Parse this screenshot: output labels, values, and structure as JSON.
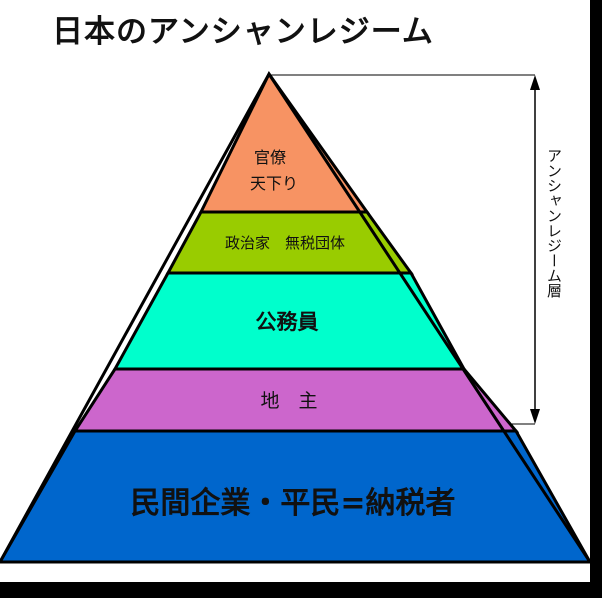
{
  "title": "日本のアンシャンレジーム",
  "layers": [
    {
      "id": "top",
      "lines": [
        "官僚",
        "天下り"
      ],
      "color": "#F79363"
    },
    {
      "id": "politicians",
      "lines": [
        "政治家　無税団体"
      ],
      "color": "#99CC00"
    },
    {
      "id": "civil-servants",
      "lines": [
        "公務員"
      ],
      "color": "#00FFCC"
    },
    {
      "id": "landlords",
      "lines": [
        "地　主"
      ],
      "color": "#CC66CC"
    },
    {
      "id": "base",
      "lines": [
        "民間企業・平民=納税者"
      ],
      "color": "#0066CC"
    }
  ],
  "side_label": "アンシャンレジーム層",
  "colors": {
    "outline": "#000000",
    "background": "#FFFFFF",
    "frame": "#000000"
  }
}
